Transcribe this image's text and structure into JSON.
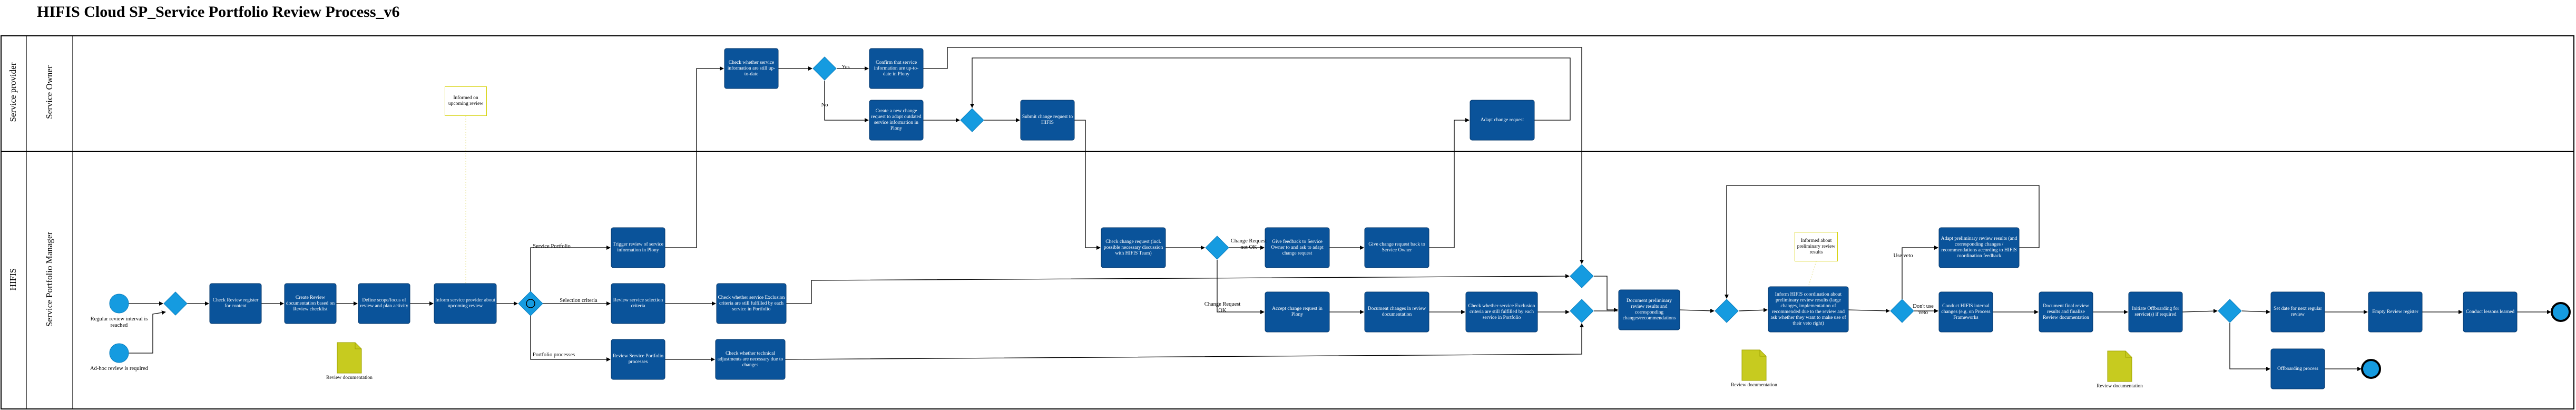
{
  "title": "HIFIS Cloud SP_Service Portfolio Review Process_v6",
  "colors": {
    "task": "#0a539a",
    "gateway": "#159be0",
    "event": "#159be0",
    "doc": "#c7cb1f",
    "line": "#000000",
    "note_border": "#d4d000"
  },
  "pools": {
    "service_provider": "Service provider",
    "hifis": "HIFIS"
  },
  "lanes": {
    "service_owner": "Service Owner",
    "portfolio_manager": "Service Portfolio Manager"
  },
  "tasks": {
    "check_review_register": "Check Review register for content",
    "create_review_doc": "Create Review documentation based on Review checklist",
    "define_scope": "Define scope/focus of review and plan activity",
    "inform_providers": "Inform service provider about upcoming review",
    "trigger_review": "Trigger review of service information in Plony",
    "review_selection_criteria": "Review service selection criteria",
    "check_exclusion": "Check whether service Exclusion criteria are still fulfilled by each service in Portfolio",
    "review_portfolio_processes": "Review Service Portfolio processes",
    "check_process_adjust": "Check whether technical adjustments are necessary due to changes",
    "check_info_uptodate": "Check whether service information are still up-to-date",
    "confirm_uptodate": "Confirm that service information are up-to-date in Plony",
    "create_change_request": "Create a new change request to adapt outdated service information in Plony",
    "submit_change_request": "Submit change request to HIFIS",
    "check_change_request": "Check change request (incl. possible necessary discussion with HIFIS Team)",
    "give_feedback_provider": "Give feedback to Service Owner to and ask to adapt change request",
    "give_change_back": "Give change request back to Service Owner",
    "adapt_change_request": "Adapt change request",
    "accept_change_request": "Accept change request in Plony",
    "document_changes": "Document changes in review documentation",
    "check_exclusion_criteria2": "Check whether service Exclusion criteria are still fulfilled by each service in Portfolio",
    "document_preliminary": "Document preliminary review results and corresponding changes/recommendations",
    "inform_coordination": "Inform HIFIS coordination about preliminary review results (large changes, implementation of recommended due to the review and ask whether they want to make use of their veto right)",
    "adapt_preliminary": "Adapt preliminary review results (and corresponding changes / recommendations according to HIFIS coordination feedback",
    "conduct_changes": "Conduct HIFIS internal changes (e.g. on Process Frameworks",
    "document_final": "Document final review results and finalize Review documentation",
    "initiate_offboarding": "Initiate Offboarding for service(s) if required",
    "set_date_next": "Set date for next regular review",
    "empty_register": "Empty Review register",
    "conduct_feedback": "Conduct lessons learned",
    "offboarding_process": "Offboarding process"
  },
  "edge_labels": {
    "service_portfolio": "Service Portfolio",
    "selection_criteria": "Selection criteria",
    "portfolio_processes": "Portfolio processes",
    "yes": "Yes",
    "no": "No",
    "change_ok": "Change Request not OK",
    "change_not_ok": "Change Request OK",
    "use_veto": "Use veto",
    "dont_use_veto": "Don't use veto"
  },
  "events": {
    "start_regular": "Regular review interval is reached",
    "start_adhoc": "Ad-hoc review is required"
  },
  "notes": {
    "informed_review": "Informed on upcoming review",
    "informed_results": "Informed about preliminary review results"
  },
  "documents": {
    "doc1": "Review documentation",
    "doc2": "Review documentation",
    "doc3": "Review documentation"
  }
}
